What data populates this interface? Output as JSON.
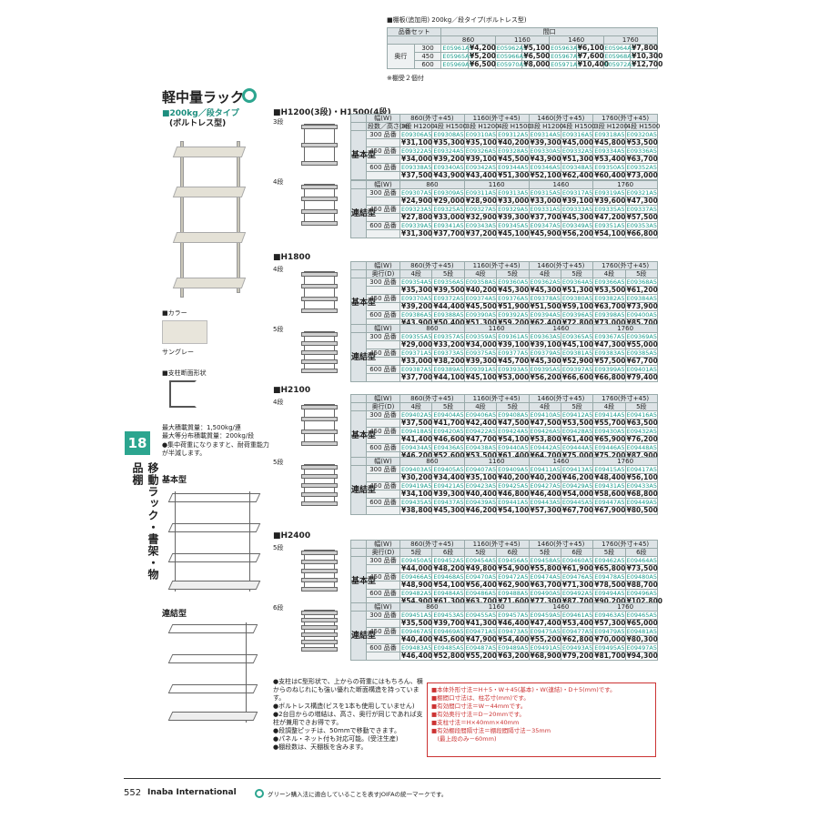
{
  "top_table": {
    "title": "■棚板(追加用) 200kg／段タイプ(ボルトレス型)",
    "header_left": "品番セット",
    "header_mid": "間口",
    "depth_label": "奥行",
    "widths": [
      "860",
      "1160",
      "1460",
      "1760"
    ],
    "rows": [
      {
        "depth": "300",
        "cells": [
          [
            "E05961A5",
            "¥4,200"
          ],
          [
            "E05962A5",
            "¥5,100"
          ],
          [
            "E05963A5",
            "¥6,100"
          ],
          [
            "E05964A5",
            "¥7,800"
          ]
        ]
      },
      {
        "depth": "450",
        "cells": [
          [
            "E05965A5",
            "¥5,200"
          ],
          [
            "E05966A5",
            "¥6,500"
          ],
          [
            "E05967A5",
            "¥7,600"
          ],
          [
            "E05968A5",
            "¥10,300"
          ]
        ]
      },
      {
        "depth": "600",
        "cells": [
          [
            "E05969A5",
            "¥6,500"
          ],
          [
            "E05970A5",
            "¥8,000"
          ],
          [
            "E05971A5",
            "¥10,400"
          ],
          [
            "E05972A5",
            "¥12,700"
          ]
        ]
      }
    ],
    "note": "※棚受２個付"
  },
  "product": {
    "title": "軽中量ラック",
    "subtitle1": "■200kg／段タイプ",
    "subtitle2": "(ボルトレス型)",
    "color_label": "■カラー",
    "color_name": "サングレー",
    "pillar_label": "■支柱断面形状",
    "spec1": "最大積載質量：1,500kg/連",
    "spec2": "最大等分布積載質量：200kg/段",
    "spec3": "●集中荷重になりますと、耐荷重能力が半減します。",
    "basic_label": "基本型",
    "linked_label": "連結型",
    "chapter_num": "18",
    "chapter_text": "移動ラック・書架・物品棚"
  },
  "sections": [
    {
      "title": "■H1200(3段)・H1500(4段)",
      "basic": {
        "header1": [
          "幅(W)",
          "860(外寸+45)",
          "1160(外寸+45)",
          "1460(外寸+45)",
          "1760(外寸+45)"
        ],
        "header2": [
          "段数／高さ(H)",
          "3段 H1200",
          "4段 H1500",
          "3段 H1200",
          "4段 H1500",
          "3段 H1200",
          "4段 H1500",
          "3段 H1200",
          "4段 H1500"
        ],
        "rows": [
          {
            "label": "300 品番",
            "codes": [
              "E09306A5",
              "E09308A5",
              "E09310A5",
              "E09312A5",
              "E09314A5",
              "E09316A5",
              "E09318A5",
              "E09320A5"
            ],
            "prices": [
              "¥31,100",
              "¥35,300",
              "¥35,100",
              "¥40,200",
              "¥39,300",
              "¥45,000",
              "¥45,800",
              "¥53,500"
            ]
          },
          {
            "label": "450 品番",
            "codes": [
              "E09322A5",
              "E09324A5",
              "E09326A5",
              "E09328A5",
              "E09330A5",
              "E09332A5",
              "E09334A5",
              "E09336A5"
            ],
            "prices": [
              "¥34,000",
              "¥39,200",
              "¥39,100",
              "¥45,500",
              "¥43,900",
              "¥51,300",
              "¥53,400",
              "¥63,700"
            ]
          },
          {
            "label": "600 品番",
            "codes": [
              "E09338A5",
              "E09340A5",
              "E09342A5",
              "E09344A5",
              "E09346A5",
              "E09348A5",
              "E09350A5",
              "E09352A5"
            ],
            "prices": [
              "¥37,500",
              "¥43,900",
              "¥43,400",
              "¥51,300",
              "¥52,100",
              "¥62,400",
              "¥60,400",
              "¥73,000"
            ]
          }
        ]
      },
      "linked": {
        "header1": [
          "幅(W)",
          "860",
          "1160",
          "1460",
          "1760"
        ],
        "rows": [
          {
            "label": "300 品番",
            "codes": [
              "E09307A5",
              "E09309A5",
              "E09311A5",
              "E09313A5",
              "E09315A5",
              "E09317A5",
              "E09319A5",
              "E09321A5"
            ],
            "prices": [
              "¥24,900",
              "¥29,000",
              "¥28,900",
              "¥33,000",
              "¥33,000",
              "¥39,100",
              "¥39,600",
              "¥47,300"
            ]
          },
          {
            "label": "450 品番",
            "codes": [
              "E09323A5",
              "E09325A5",
              "E09327A5",
              "E09329A5",
              "E09331A5",
              "E09333A5",
              "E09335A5",
              "E09337A5"
            ],
            "prices": [
              "¥27,800",
              "¥33,000",
              "¥32,900",
              "¥39,300",
              "¥37,700",
              "¥45,300",
              "¥47,200",
              "¥57,500"
            ]
          },
          {
            "label": "600 品番",
            "codes": [
              "E09339A5",
              "E09341A5",
              "E09343A5",
              "E09345A5",
              "E09347A5",
              "E09349A5",
              "E09351A5",
              "E09353A5"
            ],
            "prices": [
              "¥31,300",
              "¥37,700",
              "¥37,200",
              "¥45,100",
              "¥45,900",
              "¥56,200",
              "¥54,100",
              "¥66,800"
            ]
          }
        ]
      }
    },
    {
      "title": "■H1800",
      "basic": {
        "header1": [
          "幅(W)",
          "860(外寸+45)",
          "1160(外寸+45)",
          "1460(外寸+45)",
          "1760(外寸+45)"
        ],
        "header2": [
          "奥行(D)",
          "4段",
          "5段",
          "4段",
          "5段",
          "4段",
          "5段",
          "4段",
          "5段"
        ],
        "rows": [
          {
            "label": "300 品番",
            "codes": [
              "E09354A5",
              "E09356A5",
              "E09358A5",
              "E09360A5",
              "E09362A5",
              "E09364A5",
              "E09366A5",
              "E09368A5"
            ],
            "prices": [
              "¥35,300",
              "¥39,500",
              "¥40,200",
              "¥45,300",
              "¥45,300",
              "¥51,300",
              "¥53,500",
              "¥61,200"
            ]
          },
          {
            "label": "450 品番",
            "codes": [
              "E09370A5",
              "E09372A5",
              "E09374A5",
              "E09376A5",
              "E09378A5",
              "E09380A5",
              "E09382A5",
              "E09384A5"
            ],
            "prices": [
              "¥39,200",
              "¥44,400",
              "¥45,500",
              "¥51,900",
              "¥51,500",
              "¥59,100",
              "¥63,700",
              "¥73,900"
            ]
          },
          {
            "label": "600 品番",
            "codes": [
              "E09386A5",
              "E09388A5",
              "E09390A5",
              "E09392A5",
              "E09394A5",
              "E09396A5",
              "E09398A5",
              "E09400A5"
            ],
            "prices": [
              "¥43,900",
              "¥50,400",
              "¥51,300",
              "¥59,200",
              "¥62,400",
              "¥72,800",
              "¥73,000",
              "¥85,700"
            ]
          }
        ]
      },
      "linked": {
        "header1": [
          "幅(W)",
          "860",
          "1160",
          "1460",
          "1760"
        ],
        "rows": [
          {
            "label": "300 品番",
            "codes": [
              "E09355A5",
              "E09357A5",
              "E09359A5",
              "E09361A5",
              "E09363A5",
              "E09365A5",
              "E09367A5",
              "E09369A5"
            ],
            "prices": [
              "¥29,000",
              "¥33,200",
              "¥34,000",
              "¥39,100",
              "¥39,100",
              "¥45,100",
              "¥47,300",
              "¥55,000"
            ]
          },
          {
            "label": "450 品番",
            "codes": [
              "E09371A5",
              "E09373A5",
              "E09375A5",
              "E09377A5",
              "E09379A5",
              "E09381A5",
              "E09383A5",
              "E09385A5"
            ],
            "prices": [
              "¥33,000",
              "¥38,200",
              "¥39,300",
              "¥45,700",
              "¥45,300",
              "¥52,900",
              "¥57,500",
              "¥67,700"
            ]
          },
          {
            "label": "600 品番",
            "codes": [
              "E09387A5",
              "E09389A5",
              "E09391A5",
              "E09393A5",
              "E09395A5",
              "E09397A5",
              "E09399A5",
              "E09401A5"
            ],
            "prices": [
              "¥37,700",
              "¥44,100",
              "¥45,100",
              "¥53,000",
              "¥56,200",
              "¥66,600",
              "¥66,800",
              "¥79,400"
            ]
          }
        ]
      }
    },
    {
      "title": "■H2100",
      "basic": {
        "header1": [
          "幅(W)",
          "860(外寸+45)",
          "1160(外寸+45)",
          "1460(外寸+45)",
          "1760(外寸+45)"
        ],
        "header2": [
          "奥行(D)",
          "4段",
          "5段",
          "4段",
          "5段",
          "4段",
          "5段",
          "4段",
          "5段"
        ],
        "rows": [
          {
            "label": "300 品番",
            "codes": [
              "E09402A5",
              "E09404A5",
              "E09406A5",
              "E09408A5",
              "E09410A5",
              "E09412A5",
              "E09414A5",
              "E09416A5"
            ],
            "prices": [
              "¥37,500",
              "¥41,700",
              "¥42,400",
              "¥47,500",
              "¥47,500",
              "¥53,500",
              "¥55,700",
              "¥63,500"
            ]
          },
          {
            "label": "450 品番",
            "codes": [
              "E09418A5",
              "E09420A5",
              "E09422A5",
              "E09424A5",
              "E09426A5",
              "E09428A5",
              "E09430A5",
              "E09432A5"
            ],
            "prices": [
              "¥41,400",
              "¥46,600",
              "¥47,700",
              "¥54,100",
              "¥53,800",
              "¥61,400",
              "¥65,900",
              "¥76,200"
            ]
          },
          {
            "label": "600 品番",
            "codes": [
              "E09434A5",
              "E09436A5",
              "E09438A5",
              "E09440A5",
              "E09442A5",
              "E09444A5",
              "E09446A5",
              "E09448A5"
            ],
            "prices": [
              "¥46,200",
              "¥52,600",
              "¥53,500",
              "¥61,400",
              "¥64,700",
              "¥75,000",
              "¥75,200",
              "¥87,900"
            ]
          }
        ]
      },
      "linked": {
        "header1": [
          "幅(W)",
          "860",
          "1160",
          "1460",
          "1760"
        ],
        "rows": [
          {
            "label": "300 品番",
            "codes": [
              "E09403A5",
              "E09405A5",
              "E09407A5",
              "E09409A5",
              "E09411A5",
              "E09413A5",
              "E09415A5",
              "E09417A5"
            ],
            "prices": [
              "¥30,200",
              "¥34,400",
              "¥35,100",
              "¥40,200",
              "¥40,200",
              "¥46,200",
              "¥48,400",
              "¥56,100"
            ]
          },
          {
            "label": "450 品番",
            "codes": [
              "E09419A5",
              "E09421A5",
              "E09423A5",
              "E09425A5",
              "E09427A5",
              "E09429A5",
              "E09431A5",
              "E09433A5"
            ],
            "prices": [
              "¥34,100",
              "¥39,300",
              "¥40,400",
              "¥46,800",
              "¥46,400",
              "¥54,000",
              "¥58,600",
              "¥68,800"
            ]
          },
          {
            "label": "600 品番",
            "codes": [
              "E09435A5",
              "E09437A5",
              "E09439A5",
              "E09441A5",
              "E09443A5",
              "E09445A5",
              "E09447A5",
              "E09449A5"
            ],
            "prices": [
              "¥38,800",
              "¥45,300",
              "¥46,200",
              "¥54,100",
              "¥57,300",
              "¥67,700",
              "¥67,900",
              "¥80,500"
            ]
          }
        ]
      }
    },
    {
      "title": "■H2400",
      "basic": {
        "header1": [
          "幅(W)",
          "860(外寸+45)",
          "1160(外寸+45)",
          "1460(外寸+45)",
          "1760(外寸+45)"
        ],
        "header2": [
          "奥行(D)",
          "5段",
          "6段",
          "5段",
          "6段",
          "5段",
          "6段",
          "5段",
          "6段"
        ],
        "rows": [
          {
            "label": "300 品番",
            "codes": [
              "E09450A5",
              "E09452A5",
              "E09454A5",
              "E09456A5",
              "E09458A5",
              "E09460A5",
              "E09462A5",
              "E09464A5"
            ],
            "prices": [
              "¥44,000",
              "¥48,200",
              "¥49,800",
              "¥54,900",
              "¥55,800",
              "¥61,900",
              "¥65,800",
              "¥73,500"
            ]
          },
          {
            "label": "450 品番",
            "codes": [
              "E09466A5",
              "E09468A5",
              "E09470A5",
              "E09472A5",
              "E09474A5",
              "E09476A5",
              "E09478A5",
              "E09480A5"
            ],
            "prices": [
              "¥48,900",
              "¥54,100",
              "¥56,400",
              "¥62,900",
              "¥63,700",
              "¥71,300",
              "¥78,500",
              "¥88,700"
            ]
          },
          {
            "label": "600 品番",
            "codes": [
              "E09482A5",
              "E09484A5",
              "E09486A5",
              "E09488A5",
              "E09490A5",
              "E09492A5",
              "E09494A5",
              "E09496A5"
            ],
            "prices": [
              "¥54,900",
              "¥61,300",
              "¥63,700",
              "¥71,600",
              "¥77,300",
              "¥87,700",
              "¥90,200",
              "¥102,800"
            ]
          }
        ]
      },
      "linked": {
        "header1": [
          "幅(W)",
          "860",
          "1160",
          "1460",
          "1760"
        ],
        "rows": [
          {
            "label": "300 品番",
            "codes": [
              "E09451A5",
              "E09453A5",
              "E09455A5",
              "E09457A5",
              "E09459A5",
              "E09461A5",
              "E09463A5",
              "E09465A5"
            ],
            "prices": [
              "¥35,500",
              "¥39,700",
              "¥41,300",
              "¥46,400",
              "¥47,400",
              "¥53,400",
              "¥57,300",
              "¥65,000"
            ]
          },
          {
            "label": "450 品番",
            "codes": [
              "E09467A5",
              "E09469A5",
              "E09471A5",
              "E09473A5",
              "E09475A5",
              "E09477A5",
              "E09479A5",
              "E09481A5"
            ],
            "prices": [
              "¥40,400",
              "¥45,600",
              "¥47,900",
              "¥54,400",
              "¥55,200",
              "¥62,800",
              "¥70,000",
              "¥80,300"
            ]
          },
          {
            "label": "600 品番",
            "codes": [
              "E09483A5",
              "E09485A5",
              "E09487A5",
              "E09489A5",
              "E09491A5",
              "E09493A5",
              "E09495A5",
              "E09497A5"
            ],
            "prices": [
              "¥46,400",
              "¥52,800",
              "¥55,200",
              "¥63,200",
              "¥68,900",
              "¥79,200",
              "¥81,700",
              "¥94,300"
            ]
          }
        ]
      }
    }
  ],
  "labels": {
    "basic": "基本型",
    "linked": "連結型"
  },
  "notes_left": [
    "●支柱はC型形状で、上からの荷重にはもちろん、横からのねじれにも強い優れた断面構造を持っています。",
    "●ボルトレス構造(ビスを1本も使用していません)",
    "●2台目からの増結は、高さ、奥行が同じであれば支柱が兼用できお得です。",
    "●段調整ピッチは、50mmで移動できます。",
    "●パネル・ネット付も対応可能。(受注生産)",
    "●棚段数は、天棚板を含みます。"
  ],
  "notes_right": [
    "■本体外形寸法＝H＋5・W＋45(基本)・W(連結)・D＋5(mm)です。",
    "■棚間口寸法は、柱芯寸(mm)です。",
    "■有効間口寸法＝W－44mmです。",
    "■有効奥行寸法＝D－20mmです。",
    "■支柱寸法＝H×40mm×40mm",
    "■有効棚段間隔寸法＝棚段間隔寸法－35mm",
    "　(最上段のみ－60mm)"
  ],
  "footer": {
    "page": "552",
    "brand": "Inaba International",
    "green_note": "グリーン購入法に適合していることを表すJOIFAの統一マークです。"
  }
}
